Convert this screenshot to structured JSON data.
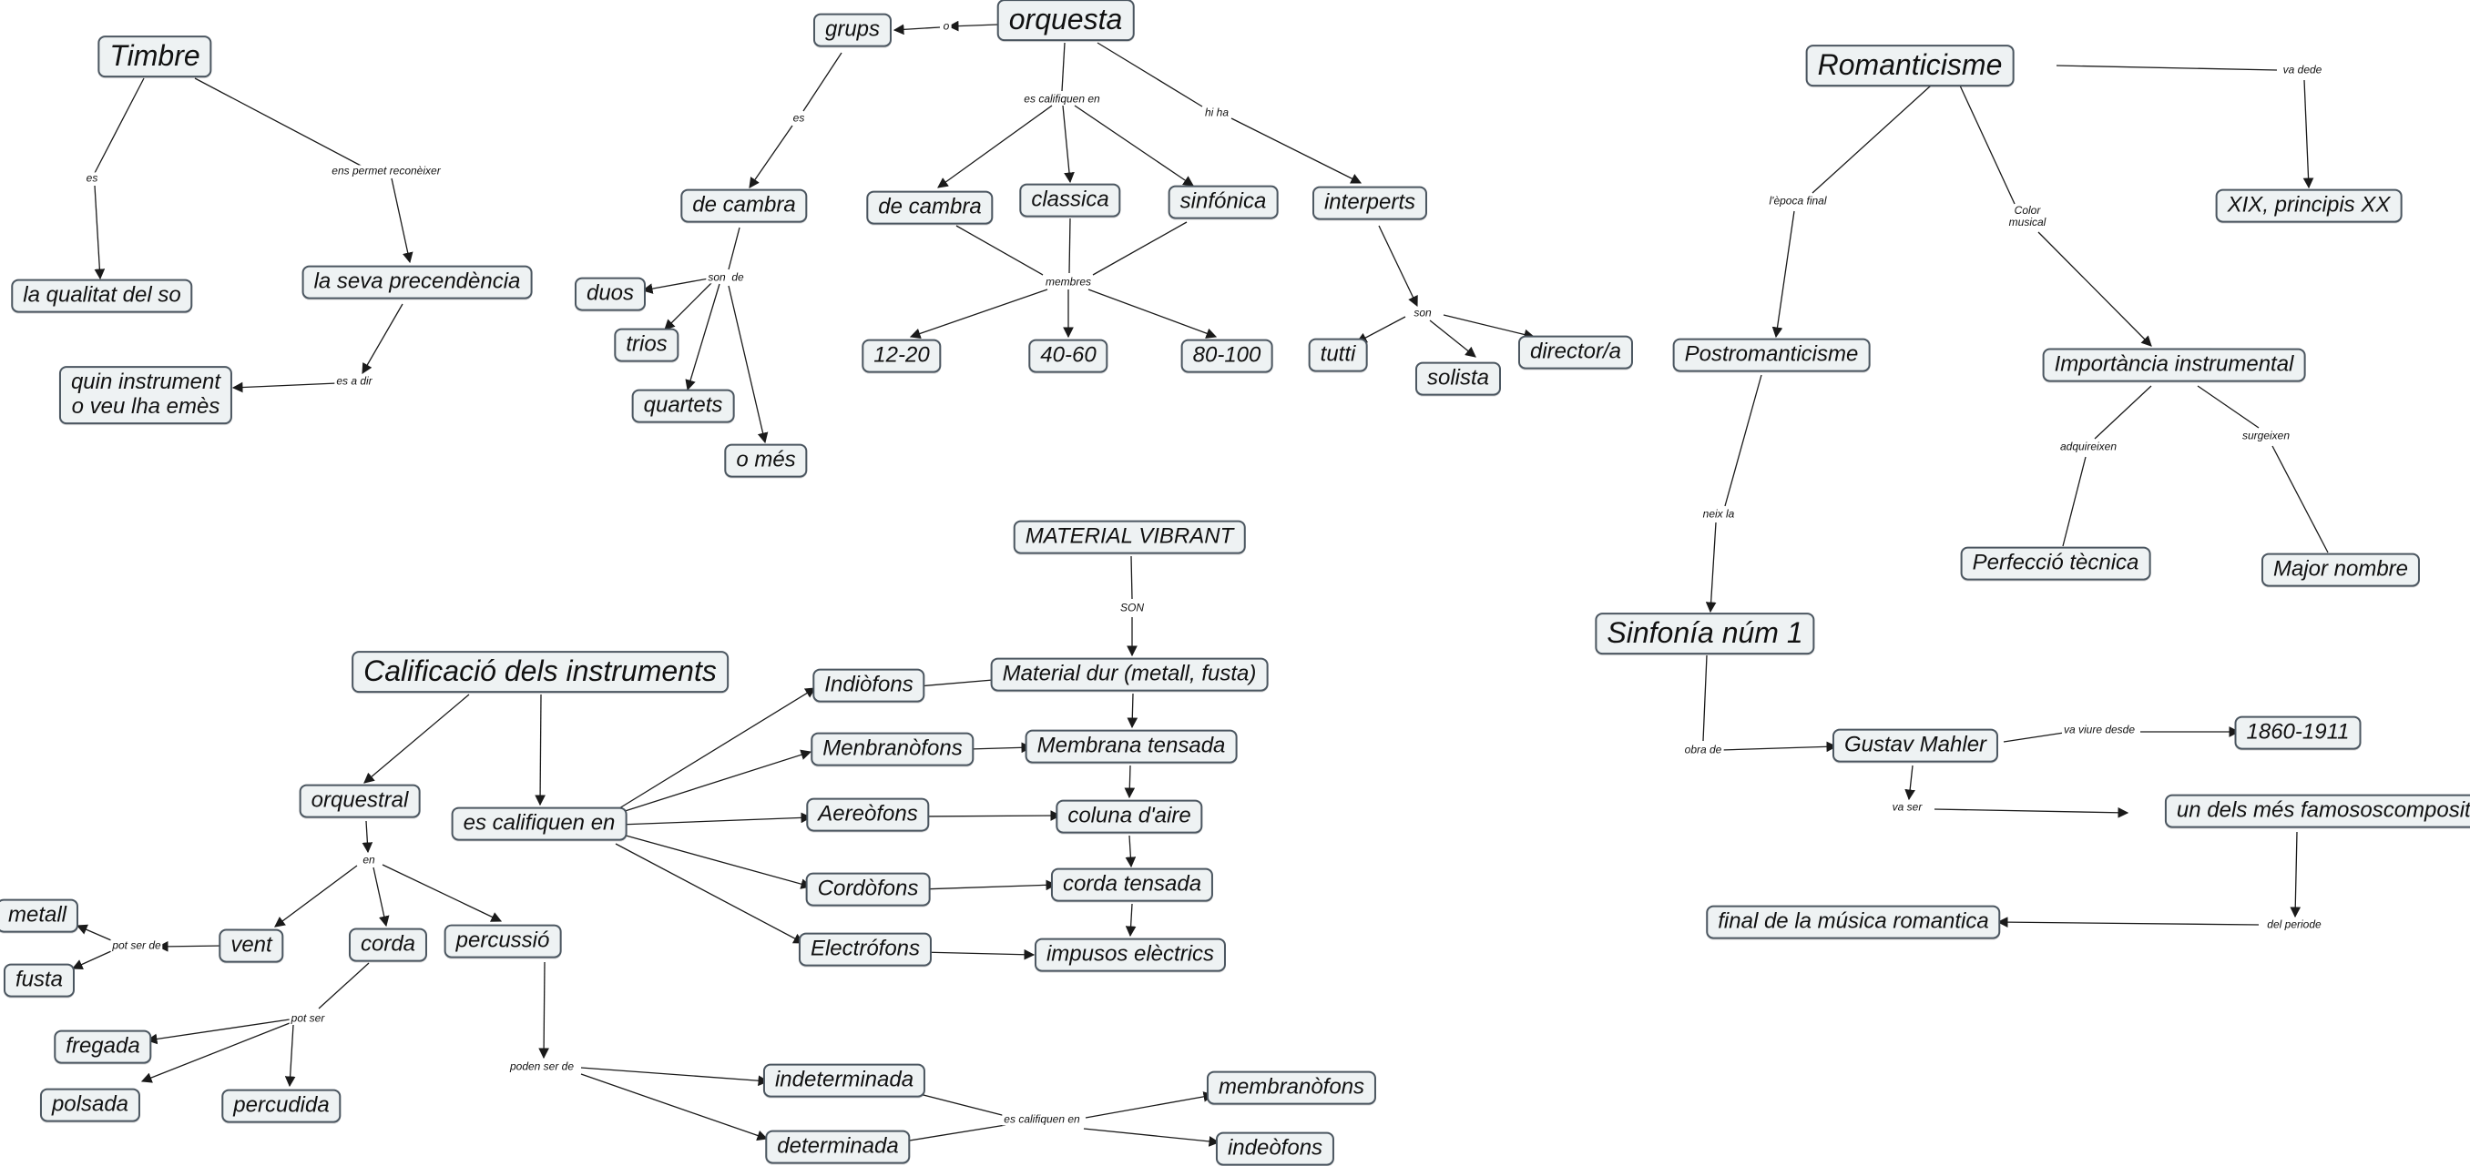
{
  "colors": {
    "node_fill": "#eef2f3",
    "node_border": "#4b5660",
    "edge": "#1a1a1a"
  },
  "nodes": {
    "timbre": "Timbre",
    "qualitat": "la qualitat del so",
    "precedencia": "la seva precendència",
    "quin": "quin instrument\no veu lha emès",
    "grups": "grups",
    "orquesta": "orquesta",
    "cambra1": "de cambra",
    "duos": "duos",
    "trios": "trios",
    "quartets": "quartets",
    "omes": "o més",
    "cambra2": "de cambra",
    "classica": "classica",
    "sinfonica": "sinfónica",
    "interperts": "interperts",
    "n1220": "12-20",
    "n4060": "40-60",
    "n80100": "80-100",
    "tutti": "tutti",
    "solista": "solista",
    "director": "director/a",
    "romanticisme": "Romanticisme",
    "xix": "XIX, principis XX",
    "postrom": "Postromanticisme",
    "importancia": "Importància instrumental",
    "perfeccio": "Perfecció tècnica",
    "major": "Major nombre",
    "sinfonia": "Sinfonía núm 1",
    "mahler": "Gustav Mahler",
    "y1860": "1860-1911",
    "undels": "un dels més famososcompositors",
    "final": "final de la música romantica",
    "material": "MATERIAL VIBRANT",
    "calificacio": "Calificació dels instruments",
    "idiofons": "Indiòfons",
    "matdur": "Material dur (metall, fusta)",
    "membranofons": "Menbranòfons",
    "membrana": "Membrana tensada",
    "aereofons": "Aereòfons",
    "coluna": "coluna d'aire",
    "cordofons": "Cordòfons",
    "cordat": "corda tensada",
    "electrofons": "Electrófons",
    "impulsos": "impusos elèctrics",
    "orquestral": "orquestral",
    "escalifiquen": "es califiquen en",
    "metall": "metall",
    "fusta": "fusta",
    "vent": "vent",
    "corda": "corda",
    "percussio": "percussió",
    "fregada": "fregada",
    "polsada": "polsada",
    "percudida": "percudida",
    "indeterminada": "indeterminada",
    "determinada": "determinada",
    "membranofons2": "membranòfons",
    "ideofons": "indeòfons"
  },
  "links": {
    "t_es": "es",
    "t_permet": "ens permet reconèixer",
    "t_esadir": "es a dir",
    "o_o": "o",
    "g_es": "es",
    "c_son": "son  de",
    "o_calif": "es califiquen en",
    "o_hiha": "hi ha",
    "membres": "membres",
    "i_son": "son",
    "r_vadede": "va dede",
    "r_epoca": "l'època final",
    "r_color": "Color\nmusical",
    "adquireixen": "adquireixen",
    "surgeixen": "surgeixen",
    "neix": "neix la",
    "obra": "obra de",
    "viure": "va viure desde",
    "vaser": "va ser",
    "periode": "del periode",
    "son_mat": "SON",
    "en": "en",
    "potserde": "pot ser de",
    "potser": "pot ser",
    "podenser": "poden ser de",
    "calif2": "es califiquen en"
  }
}
